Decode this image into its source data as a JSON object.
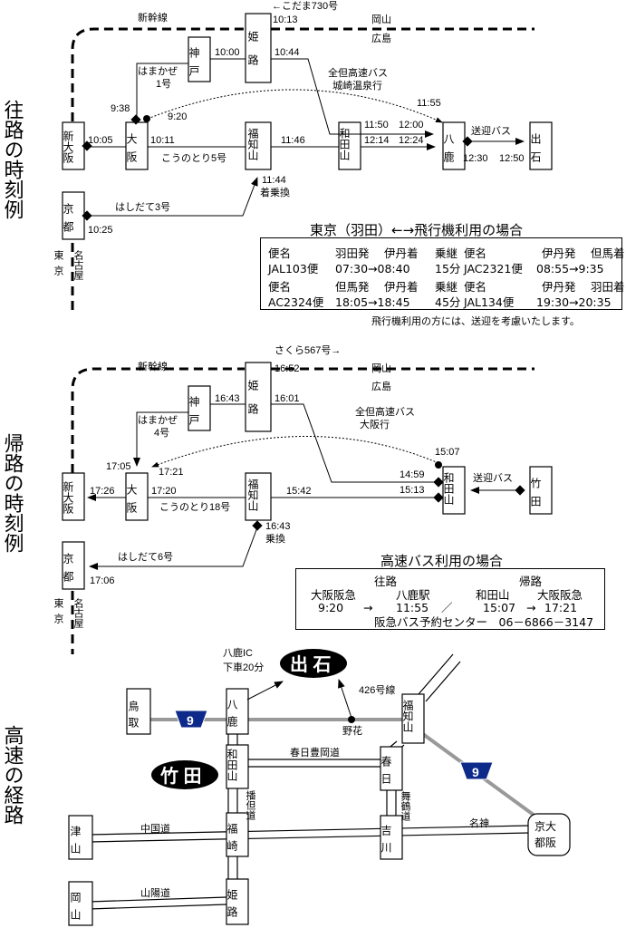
{
  "sections": {
    "outbound": "往路の時刻例",
    "return": "帰路の時刻例",
    "route": "高速の経路"
  },
  "stations": {
    "shin_osaka": "新大阪",
    "osaka": "大阪",
    "kyoto": "京都",
    "kobe": "神戸",
    "himeji": "姫路",
    "fukuchiyama": "福知山",
    "wadayama": "和田山",
    "yoka": "八鹿",
    "izushi": "出石",
    "takeda": "竹田"
  },
  "common": {
    "shinkansen": "新幹線",
    "okayama": "岡山",
    "hiroshima": "広島",
    "tokyo": "東京",
    "nagoya": "名古屋"
  },
  "outbound": {
    "kodama": "←こだま730号",
    "t_himeji_arr": "10:13",
    "t_kobe": "10:00",
    "t_himeji_dep": "10:44",
    "hamakaze": [
      "はまかぜ",
      "1号"
    ],
    "bus_name": [
      "全但高速バス",
      "城崎温泉行"
    ],
    "t_bus_arr": "11:55",
    "t_938": "9:38",
    "t_920": "9:20",
    "t_1005": "10:05",
    "t_1011": "10:11",
    "kounotori": "こうのとり5号",
    "t_1146": "11:46",
    "t_1150": "11:50",
    "t_1200": "12:00",
    "t_1214": "12:14",
    "t_1224": "12:24",
    "shuttle": "送迎バス",
    "t_1230": "12:30",
    "t_1250": "12:50",
    "t_1144": "11:44",
    "transfer": "着乗換",
    "hashidate": "はしだて3号",
    "t_1025": "10:25"
  },
  "flight": {
    "title": "東京（羽田）←→飛行機利用の場合",
    "row1": [
      "便名",
      "羽田発",
      "伊丹着",
      "乗継",
      "便名",
      "伊丹発",
      "但馬着"
    ],
    "row2": [
      "JAL103便",
      "07:30→08:40",
      "15分",
      "JAC2321便",
      "08:55→9:35"
    ],
    "row3": [
      "便名",
      "但馬発",
      "伊丹着",
      "乗継",
      "便名",
      "伊丹発",
      "羽田着"
    ],
    "row4": [
      "AC2324便",
      "18:05→18:45",
      "45分",
      "JAL134便",
      "19:30→20:35"
    ],
    "note": "飛行機利用の方には、送迎を考慮いたします。"
  },
  "ret": {
    "sakura": "さくら567号→",
    "t_1652": "16:52",
    "t_1643k": "16:43",
    "t_1601": "16:01",
    "hamakaze": [
      "はまかぜ",
      "4号"
    ],
    "bus_name": [
      "全但高速バス",
      "大阪行"
    ],
    "t_1507": "15:07",
    "t_1705": "17:05",
    "t_1721b": "17:21",
    "t_1459": "14:59",
    "t_1513": "15:13",
    "shuttle": "送迎バス",
    "t_1726": "17:26",
    "t_1720": "17:20",
    "t_1542": "15:42",
    "kounotori": "こうのとり18号",
    "t_1643f": "16:43",
    "transfer": "乗換",
    "hashidate": "はしだて6号",
    "t_1706": "17:06"
  },
  "bus": {
    "title": "高速バス利用の場合",
    "h_out": "往路",
    "h_ret": "帰路",
    "c_osaka1": "大阪阪急",
    "c_yoka": "八鹿駅",
    "c_wadayama": "和田山",
    "c_osaka2": "大阪阪急",
    "t1": "9:20",
    "arrow1": "→",
    "t2": "11:55",
    "slash": "／",
    "t3": "15:07",
    "arrow2": "→",
    "t4": "17:21",
    "center": "阪急バス予約センター　06－6866－3147"
  },
  "map": {
    "tottori": "鳥取",
    "yoka": "八鹿",
    "wadayama": "和田山",
    "fukusaki": "福崎",
    "himeji": "姫路",
    "fukuchiyama": "福知山",
    "kasuga": "春日",
    "yoshikawa": "吉川",
    "tsuyama": "津山",
    "okayama": "岡山",
    "kyoto_osaka": [
      "京大",
      "都阪"
    ],
    "yoka_ic": [
      "八鹿IC",
      "下車20分"
    ],
    "izushi": "出 石",
    "takeda": "竹 田",
    "r426": "426号線",
    "nobana": "野花",
    "kasuga_toyooka": "春日豊岡道",
    "bantan": "播但道",
    "maizuru": "舞鶴道",
    "chugoku": "中国道",
    "meishin": "名神",
    "sanyo": "山陽道",
    "route9": "9"
  }
}
